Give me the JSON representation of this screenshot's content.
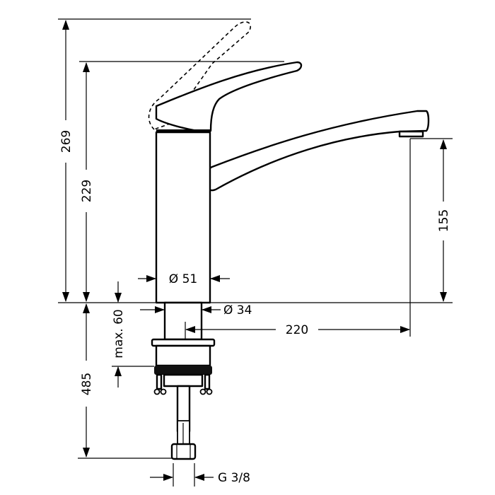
{
  "drawing": {
    "dimensions": {
      "total_height_lever_up": "269",
      "height_lever": "229",
      "spout_height": "155",
      "body_diameter": "Ø 51",
      "shank_diameter": "Ø 34",
      "spout_reach": "220",
      "max_counter_thickness": "max. 60",
      "below_counter_length": "485",
      "connection_thread": "G 3/8"
    }
  }
}
